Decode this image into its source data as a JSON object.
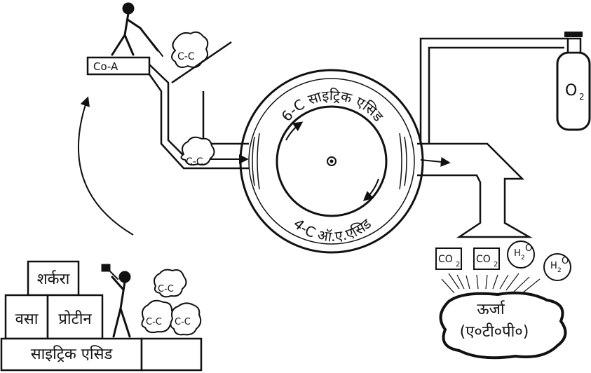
{
  "coa_label": "Co-A",
  "two_c_top": "C-C",
  "two_c_entry": "C-C",
  "ring_top_text": "6-C साइट्रिक एसिड",
  "ring_bottom_text": "4-C ऑ.ए.एसिड",
  "oxygen_label": "O",
  "oxygen_sub": "2",
  "products": [
    {
      "main": "CO",
      "sub": "2"
    },
    {
      "main": "CO",
      "sub": "2"
    },
    {
      "main": "H",
      "sub": "2",
      "tail": "O"
    },
    {
      "main": "H",
      "sub": "2",
      "tail": "O"
    }
  ],
  "energy_line1": "ऊर्जा",
  "energy_line2": "(ए०टी०पी०)",
  "blocks": {
    "sugar": "शर्करा",
    "fat": "वसा",
    "protein": "प्रोटीन",
    "citric": "साइट्रिक एसिड"
  },
  "broken_pieces": [
    "C-C",
    "C-C",
    "C-C"
  ]
}
